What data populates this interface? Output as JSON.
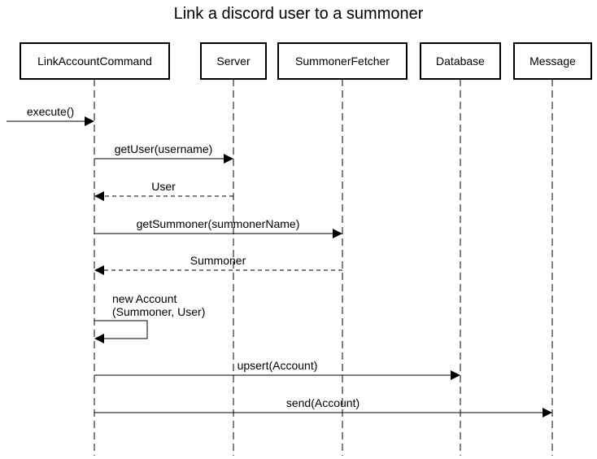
{
  "title": "Link a discord user to a summoner",
  "participants": [
    {
      "label": "LinkAccountCommand"
    },
    {
      "label": "Server"
    },
    {
      "label": "SummonerFetcher"
    },
    {
      "label": "Database"
    },
    {
      "label": "Message"
    }
  ],
  "messages": [
    {
      "label": "execute()",
      "from": "external",
      "to": 0,
      "kind": "call"
    },
    {
      "label": "getUser(username)",
      "from": 0,
      "to": 1,
      "kind": "call"
    },
    {
      "label": "User",
      "from": 1,
      "to": 0,
      "kind": "return"
    },
    {
      "label": "getSummoner(summonerName)",
      "from": 0,
      "to": 2,
      "kind": "call"
    },
    {
      "label": "Summoner",
      "from": 2,
      "to": 0,
      "kind": "return"
    },
    {
      "label_lines": [
        "new Account",
        "(Summoner, User)"
      ],
      "from": 0,
      "to": 0,
      "kind": "self"
    },
    {
      "label": "upsert(Account)",
      "from": 0,
      "to": 3,
      "kind": "call"
    },
    {
      "label": "send(Account)",
      "from": 0,
      "to": 4,
      "kind": "call"
    }
  ]
}
